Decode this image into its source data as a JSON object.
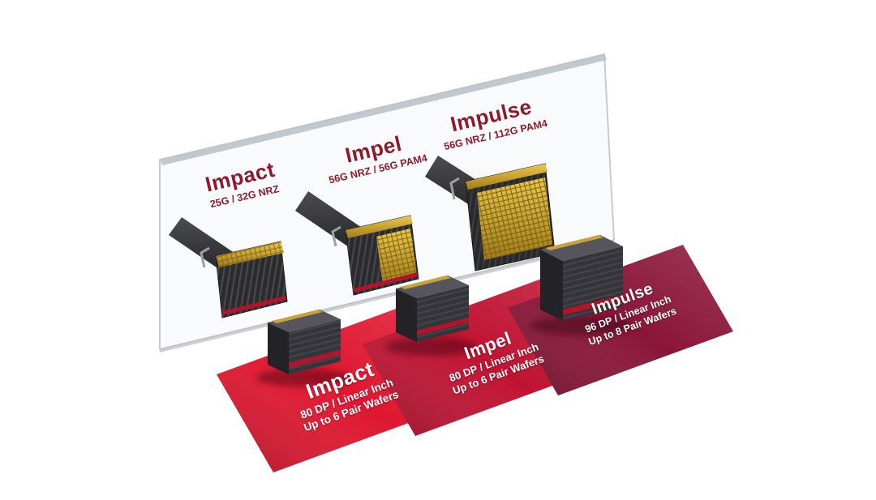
{
  "scene": {
    "background_color": "#ffffff",
    "panel": {
      "label_color": "#8c1a2b",
      "products": [
        {
          "name": "Impact",
          "spec": "25G / 32G NRZ"
        },
        {
          "name": "Impel",
          "spec": "56G NRZ / 56G PAM4"
        },
        {
          "name": "Impulse",
          "spec": "56G NRZ / 112G PAM4"
        }
      ]
    },
    "mats": [
      {
        "name": "Impact",
        "density": "80 DP / Linear Inch",
        "wafers": "Up to 6 Pair Wafers",
        "color": "#df1730"
      },
      {
        "name": "Impel",
        "density": "80 DP / Linear Inch",
        "wafers": "Up to 6 Pair Wafers",
        "color": "#bf1331"
      },
      {
        "name": "Impulse",
        "density": "96 DP / Linear Inch",
        "wafers": "Up to 8 Pair Wafers",
        "color": "#8a1538"
      }
    ],
    "mat_text_color": "#ffffff",
    "accent_red": "#b5122b",
    "gold": "#caa23a"
  }
}
